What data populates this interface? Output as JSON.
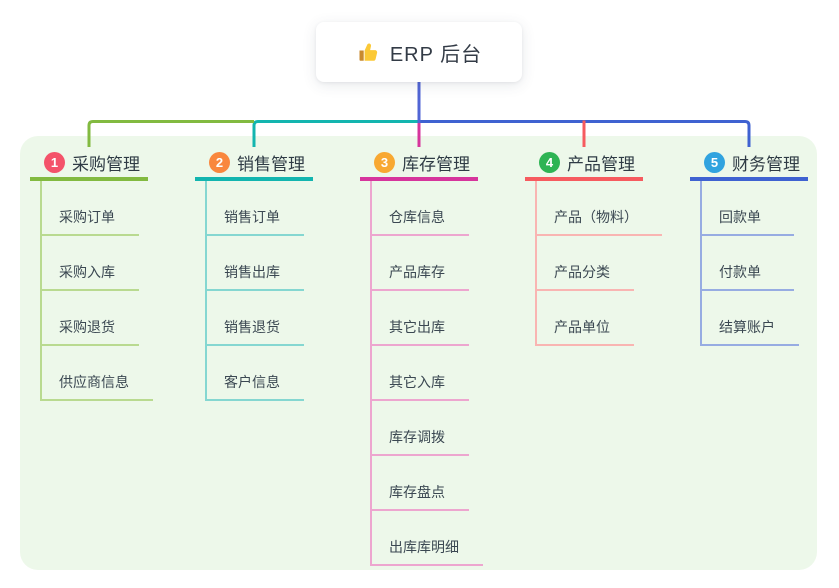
{
  "root": {
    "title": "ERP 后台",
    "icon": "thumbs-up-icon"
  },
  "palette": {
    "background_panel": "#edf8ea",
    "root_line": "#5165d5",
    "card_text": "#333b46"
  },
  "branches": [
    {
      "num": "1",
      "title": "采购管理",
      "badge_color": "#f4536a",
      "line_color": "#82ba40",
      "child_line_color": "#b9da90",
      "children": [
        "采购订单",
        "采购入库",
        "采购退货",
        "供应商信息"
      ]
    },
    {
      "num": "2",
      "title": "销售管理",
      "badge_color": "#f9873e",
      "line_color": "#13b5af",
      "child_line_color": "#85d7d1",
      "children": [
        "销售订单",
        "销售出库",
        "销售退货",
        "客户信息"
      ]
    },
    {
      "num": "3",
      "title": "库存管理",
      "badge_color": "#f8a832",
      "line_color": "#d6359c",
      "child_line_color": "#eda6cf",
      "children": [
        "仓库信息",
        "产品库存",
        "其它出库",
        "其它入库",
        "库存调拨",
        "库存盘点",
        "出库库明细"
      ]
    },
    {
      "num": "4",
      "title": "产品管理",
      "badge_color": "#2eb454",
      "line_color": "#f65b5f",
      "child_line_color": "#f9b5b2",
      "children": [
        "产品（物料）",
        "产品分类",
        "产品单位"
      ]
    },
    {
      "num": "5",
      "title": "财务管理",
      "badge_color": "#31a3df",
      "line_color": "#3f62d1",
      "child_line_color": "#97ace2",
      "children": [
        "回款单",
        "付款单",
        "结算账户"
      ]
    }
  ]
}
